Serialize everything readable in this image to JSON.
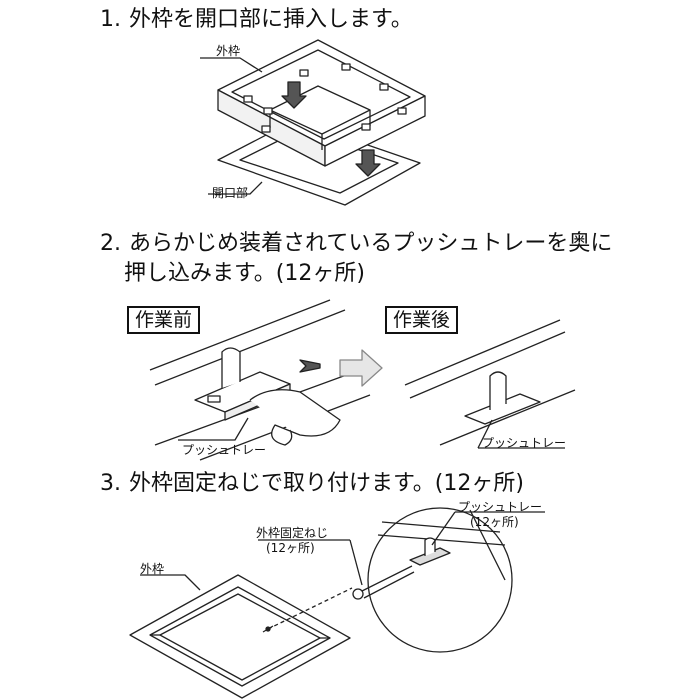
{
  "steps": [
    {
      "num": "1.",
      "text": "外枠を開口部に挿入します。"
    },
    {
      "num": "2.",
      "text": "あらかじめ装着されているプッシュトレーを奥に",
      "text2": "押し込みます。(12ヶ所)"
    },
    {
      "num": "3.",
      "text": "外枠固定ねじで取り付けます。(12ヶ所)"
    }
  ],
  "labels": {
    "outer_frame": "外枠",
    "opening": "開口部",
    "before_work": "作業前",
    "after_work": "作業後",
    "push_tray": "プッシュトレー",
    "fixing_screw": "外枠固定ねじ",
    "count": "(12ヶ所)"
  }
}
